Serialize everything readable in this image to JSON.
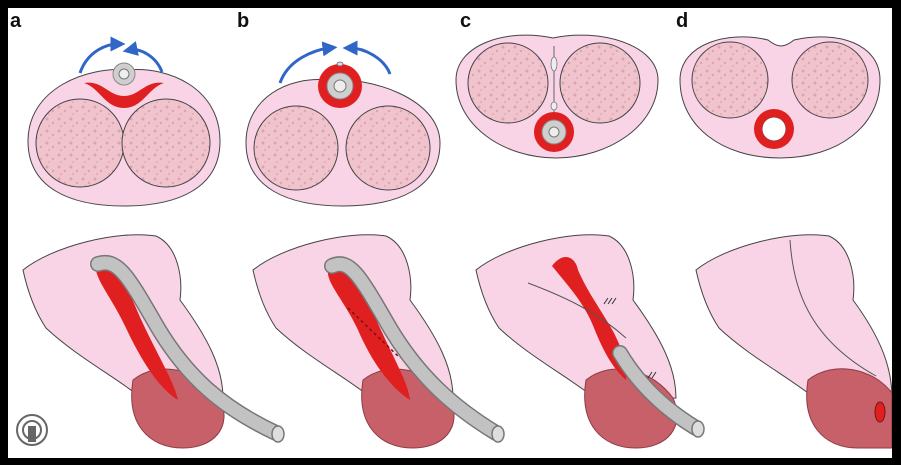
{
  "panel_labels": [
    "a",
    "b",
    "c",
    "d"
  ],
  "colors": {
    "frame": "#000000",
    "skin": "#f8d4e6",
    "skin_outline": "#444444",
    "corpus_fill": "#f1c3cc",
    "corpus_speckle": "#d9a4b4",
    "spongiosum_red": "#e02020",
    "urethra_grey": "#c8c8c8",
    "catheter": "#c2c2c2",
    "glans": "#c8606a",
    "arrow_blue": "#2f66c8"
  },
  "icons": {
    "logo": "publisher-logo-icon"
  }
}
